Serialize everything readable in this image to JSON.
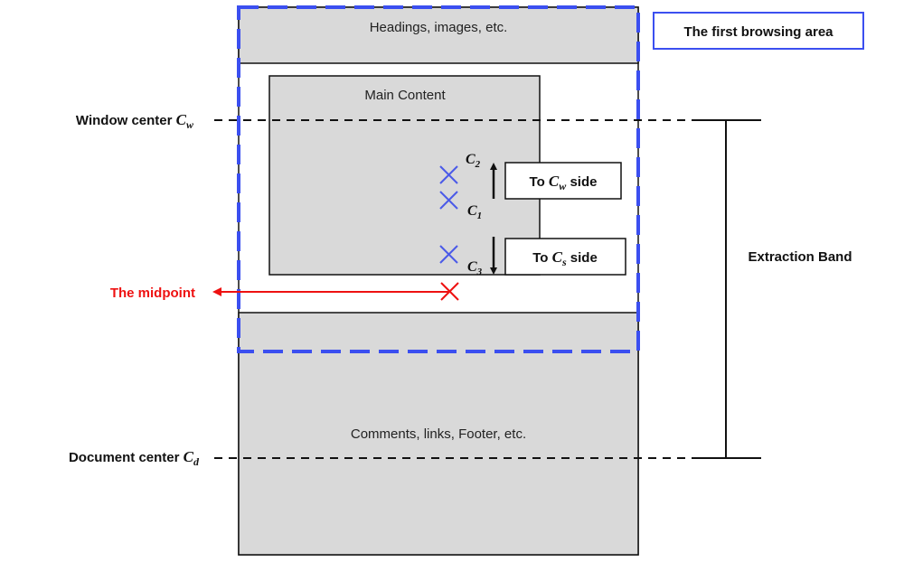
{
  "header_block": {
    "label": "Headings, images, etc."
  },
  "main_content": {
    "label": "Main Content"
  },
  "footer_block": {
    "label": "Comments, links, Footer, etc."
  },
  "first_browsing_area": {
    "label": "The first browsing area"
  },
  "window_center": {
    "label": "Window center ",
    "symbol": "C",
    "subscript": "w"
  },
  "document_center": {
    "label": "Document center ",
    "symbol": "C",
    "subscript": "d"
  },
  "extraction_band": {
    "label": "Extraction Band"
  },
  "midpoint": {
    "label": "The midpoint"
  },
  "points": {
    "c1": {
      "symbol": "C",
      "subscript": "1"
    },
    "c2": {
      "symbol": "C",
      "subscript": "2"
    },
    "c3": {
      "symbol": "C",
      "subscript": "3"
    }
  },
  "to_cw_box": {
    "prefix": "To ",
    "symbol": "C",
    "subscript": "w",
    "suffix": " side"
  },
  "to_cs_box": {
    "prefix": "To ",
    "symbol": "C",
    "subscript": "s",
    "suffix": " side"
  },
  "colors": {
    "block_fill": "#d9d9d9",
    "browsing_area": "#3b4ff0",
    "midpoint": "#ee1111",
    "marker": "#4b5ae8",
    "line": "#111111"
  }
}
